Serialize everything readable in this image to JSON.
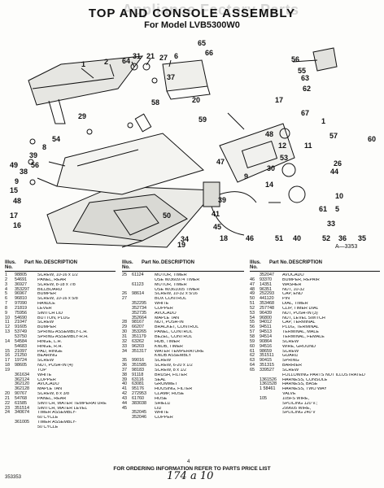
{
  "watermark": "Appliance Factory Parts",
  "title": "TOP AND CONSOLE ASSEMBLY",
  "subtitle": "For Model LVB5300W0",
  "diagram_id": "A—3353",
  "callouts": [
    "1",
    "2",
    "64",
    "31",
    "21",
    "27",
    "6",
    "65",
    "66",
    "56",
    "55",
    "37",
    "63",
    "62",
    "17",
    "67",
    "1",
    "57",
    "60",
    "58",
    "20",
    "12",
    "54",
    "8",
    "39",
    "56",
    "49",
    "38",
    "9",
    "15",
    "48",
    "17",
    "16",
    "29",
    "59",
    "48",
    "11",
    "53",
    "47",
    "30",
    "26",
    "44",
    "9",
    "14",
    "39",
    "10",
    "5",
    "61",
    "41",
    "45",
    "18",
    "46",
    "51",
    "40",
    "52",
    "36",
    "35",
    "34",
    "33",
    "50",
    "19"
  ],
  "parts_table": {
    "headers": {
      "no": "Illus. No.",
      "part": "Part No.",
      "desc": "DESCRIPTION"
    },
    "col1": [
      [
        "1",
        "98805",
        "SCREW, 10-16 x 1/2"
      ],
      [
        "2",
        "54691",
        "PANEL, REAR"
      ],
      [
        "3",
        "36927",
        "SCREW, 8-18 x 7/8"
      ],
      [
        "4",
        "353297",
        "BILLBOARD"
      ],
      [
        "5",
        "96967",
        "BUMPER"
      ],
      [
        "6",
        "96810",
        "SCREW, 10-16 x 5/8"
      ],
      [
        "7",
        "97090",
        "HANDLE"
      ],
      [
        "8",
        "21819",
        "LEVER"
      ],
      [
        "9",
        "75956",
        "SWITCH LID"
      ],
      [
        "10",
        "54690",
        "BUTTON, PLUG"
      ],
      [
        "11",
        "21047",
        "SCREW"
      ],
      [
        "12",
        "91605",
        "BUMPER"
      ],
      [
        "13",
        "53749",
        "SPRING ASSEMBLY-L.H."
      ],
      [
        "",
        "53750",
        "SPRING ASSEMBLY-R.H."
      ],
      [
        "14",
        "54584",
        "HINGE, L.H."
      ],
      [
        "",
        "54683",
        "HINGE, R.H."
      ],
      [
        "15",
        "21097",
        "PAD, HINGE"
      ],
      [
        "16",
        "21250",
        "BEARING"
      ],
      [
        "17",
        "19724",
        "SCREW"
      ],
      [
        "18",
        "98605",
        "NUT, PUSH-IN (4)"
      ],
      [
        "19",
        "",
        "TOP"
      ],
      [
        "",
        "361634",
        "WHITE"
      ],
      [
        "",
        "362124",
        "COPPER"
      ],
      [
        "",
        "362120",
        "AVOCADO"
      ],
      [
        "",
        "362128",
        "MAPLE TAN"
      ],
      [
        "20",
        "90767",
        "SCREW, 8 x 3/8"
      ],
      [
        "21",
        "54768",
        "PANEL, REAR"
      ],
      [
        "22",
        "61585",
        "SWITCH, WATER TEMPERATURE"
      ],
      [
        "23",
        "351514",
        "SWITCH, WATER LEVEL"
      ],
      [
        "24",
        "340674",
        "TIMER ASSEMBLY-"
      ],
      [
        "",
        "",
        "60 CYCLE"
      ],
      [
        "",
        "361005",
        "TIMER ASSEMBLY-"
      ],
      [
        "",
        "",
        "50 CYCLE"
      ]
    ],
    "col2": [
      [
        "25",
        "61124",
        "MOTOR, TIMER"
      ],
      [
        "",
        "",
        "USE W/360974 TIMER"
      ],
      [
        "",
        "61123",
        "MOTOR, TIMER"
      ],
      [
        "",
        "",
        "USE W/361005 TIMER"
      ],
      [
        "26",
        "98614",
        "SCREW, 10-32 x 5/16"
      ],
      [
        "27",
        "",
        "BOX CONTROL"
      ],
      [
        "",
        "352295",
        "WHITE"
      ],
      [
        "",
        "352734",
        "COPPER"
      ],
      [
        "",
        "352735",
        "AVOCADO"
      ],
      [
        "",
        "352664",
        "MAPLE TAN"
      ],
      [
        "28",
        "98167",
        "NUT, PUSH-IN"
      ],
      [
        "29",
        "66207",
        "BRACKET, CONTROL"
      ],
      [
        "30",
        "353265",
        "PANEL, CONTROL"
      ],
      [
        "31",
        "351179",
        "BEZEL, CONTROL"
      ],
      [
        "32",
        "63262",
        "HUB, TIMER"
      ],
      [
        "33",
        "96203",
        "KNOB, TIMER"
      ],
      [
        "34",
        "351317",
        "WATER TEMPERATURE"
      ],
      [
        "",
        "",
        "KNOB ASSEMBLY"
      ],
      [
        "35",
        "99016",
        "SCREW"
      ],
      [
        "36",
        "351585",
        "SCREW, 6-20 x 1/2"
      ],
      [
        "37",
        "98183",
        "SCREW, 8 x 1/2"
      ],
      [
        "38",
        "91118",
        "BRUSH, FILTER"
      ],
      [
        "39",
        "63116",
        "SEAL"
      ],
      [
        "40",
        "63081",
        "GROMMET"
      ],
      [
        "41",
        "95176",
        "HOUSING, FILTER"
      ],
      [
        "42",
        "272953",
        "CLAMP, HOSE"
      ],
      [
        "43",
        "61760",
        "HOSE"
      ],
      [
        "44",
        "383038",
        "SHIELD"
      ],
      [
        "45",
        "",
        "LID"
      ],
      [
        "",
        "352045",
        "WHITE"
      ],
      [
        "",
        "352046",
        "COPPER"
      ]
    ],
    "col3": [
      [
        "",
        "352047",
        "AVOCADO"
      ],
      [
        "46",
        "93370",
        "BUMPER, REPAIR"
      ],
      [
        "47",
        "14351",
        "WASHER"
      ],
      [
        "48",
        "96351",
        "NUT, 10-32"
      ],
      [
        "49",
        "252293",
        "CAP, END"
      ],
      [
        "50",
        "441120",
        "PIN"
      ],
      [
        "51",
        "353468",
        "DIAL, TIMER"
      ],
      [
        "52",
        "257748",
        "CLIP, TIMER DIAL"
      ],
      [
        "53",
        "96439",
        "NUT, PUSH-IN (3)"
      ],
      [
        "54",
        "96800",
        "NUT, LEVEL SWITCH"
      ],
      [
        "55",
        "94012",
        "CAP, TERMINAL"
      ],
      [
        "56",
        "94511",
        "PLUG, TERMINAL"
      ],
      [
        "57",
        "94513",
        "TERMINAL, MALE"
      ],
      [
        "58",
        "94514",
        "TERMINAL, FEMALE"
      ],
      [
        "59",
        "90864",
        "SCREW"
      ],
      [
        "60",
        "94516",
        "WIRE, GROUND"
      ],
      [
        "61",
        "98659",
        "SCREW"
      ],
      [
        "62",
        "351511",
        "GUARD"
      ],
      [
        "63",
        "90415",
        "SPRING"
      ],
      [
        "64",
        "351315",
        "BARRIER"
      ],
      [
        "65",
        "339527",
        "SCREW"
      ],
      [
        "",
        "",
        ""
      ],
      [
        "",
        "",
        "FOLLOWING PARTS NOT ILLUSTRATED"
      ],
      [
        "",
        "",
        ""
      ],
      [
        "",
        "1361526",
        "HARNESS, CONSOLE"
      ],
      [
        "",
        "1361528",
        "HARNESS, BASE"
      ],
      [
        "",
        "1 58461",
        "HARNESS, TWO WAY"
      ],
      [
        "",
        "",
        "VALVE"
      ],
      [
        "",
        "105",
        "105FS WIRE,"
      ],
      [
        "",
        "",
        "SPLICING 120 V.;"
      ],
      [
        "",
        "",
        "299605 WIRE,"
      ],
      [
        "",
        "",
        "SPLICING 240 V"
      ]
    ]
  },
  "footer_notice": "FOR ORDERING INFORMATION REFER TO PARTS PRICE LIST",
  "footer_note": "4",
  "doc_number": "353353",
  "handwritten_note": "174  a 10"
}
